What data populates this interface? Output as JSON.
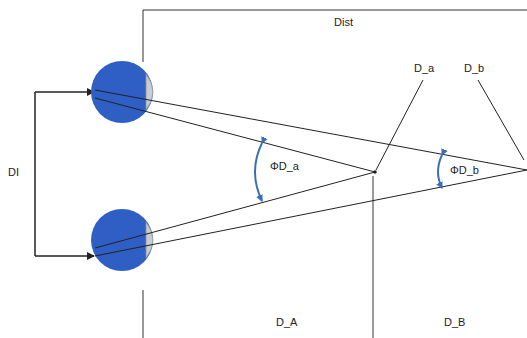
{
  "diagram": {
    "labels": [
      "Dist",
      "DI",
      "ΦD_a",
      "D_a",
      "D_b",
      "ΦD_b",
      "D_A",
      "D_B"
    ]
  }
}
